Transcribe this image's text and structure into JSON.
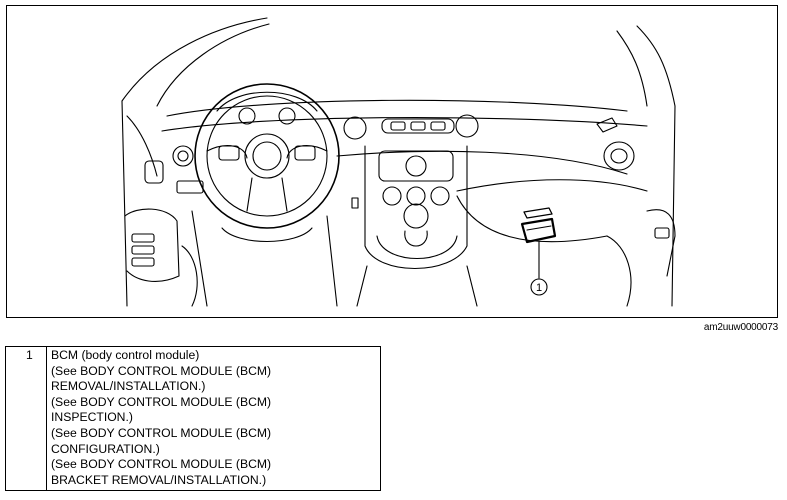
{
  "figure": {
    "id": "am2uuw0000073",
    "callout": "1"
  },
  "legend": {
    "rows": [
      {
        "number": "1",
        "lines": [
          "BCM (body control module)",
          "(See BODY CONTROL MODULE (BCM)",
          "REMOVAL/INSTALLATION.)",
          "(See BODY CONTROL MODULE (BCM)",
          "INSPECTION.)",
          "(See BODY CONTROL MODULE (BCM)",
          "CONFIGURATION.)",
          "(See BODY CONTROL MODULE (BCM)",
          "BRACKET REMOVAL/INSTALLATION.)"
        ]
      }
    ]
  }
}
